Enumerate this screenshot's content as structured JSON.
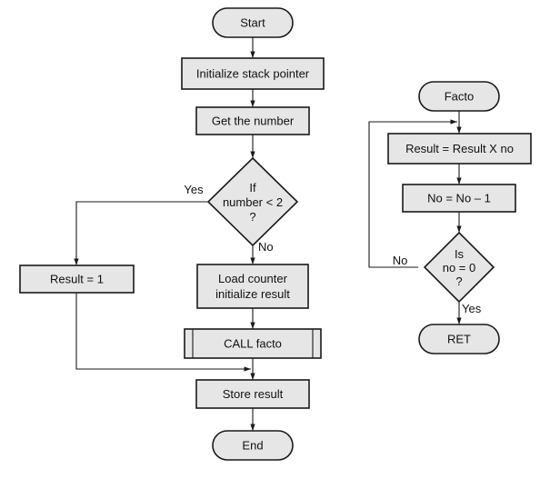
{
  "main": {
    "start": "Start",
    "init_sp": "Initialize stack pointer",
    "get_number": "Get the number",
    "decision": [
      "If",
      "number < 2",
      "?"
    ],
    "yes_label": "Yes",
    "no_label": "No",
    "result_one": "Result = 1",
    "load_counter": [
      "Load counter",
      "initialize result"
    ],
    "call_facto": "CALL facto",
    "store_result": "Store result",
    "end": "End"
  },
  "subroutine": {
    "start": "Facto",
    "multiply": "Result = Result X no",
    "decrement": "No = No – 1",
    "decision": [
      "Is",
      "no = 0",
      "?"
    ],
    "no_label": "No",
    "yes_label": "Yes",
    "ret": "RET"
  }
}
